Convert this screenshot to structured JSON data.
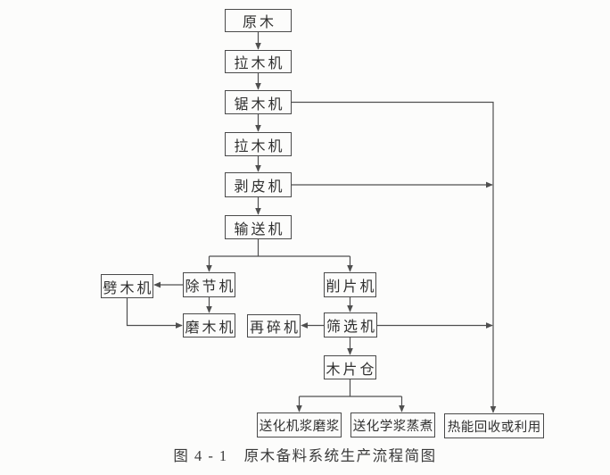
{
  "diagram": {
    "caption": "图 4 - 1　原木备料系统生产流程简图",
    "colors": {
      "background": "#fcfcfb",
      "line": "#4f4f4f",
      "box_border": "#4a4a4a",
      "text": "#2f2f2f"
    },
    "nodes": {
      "yuanmu": {
        "label": "原木"
      },
      "lamuji_1": {
        "label": "拉木机"
      },
      "jumuji": {
        "label": "锯木机"
      },
      "lamuji_2": {
        "label": "拉木机"
      },
      "bopiji": {
        "label": "剥皮机"
      },
      "shusongji": {
        "label": "输送机"
      },
      "pimuji": {
        "label": "劈木机"
      },
      "chujieji": {
        "label": "除节机"
      },
      "momuji": {
        "label": "磨木机"
      },
      "zaisuiji": {
        "label": "再碎机"
      },
      "xiaopianji": {
        "label": "削片机"
      },
      "shaixuanji": {
        "label": "筛选机"
      },
      "mupiancang": {
        "label": "木片仓"
      },
      "song_jijiang": {
        "label": "送化机浆磨浆"
      },
      "song_huajiang": {
        "label": "送化学浆蒸煮"
      },
      "reneng": {
        "label": "热能回收或利用"
      }
    },
    "edges": [
      {
        "from": "原木",
        "to": "拉木机"
      },
      {
        "from": "拉木机",
        "to": "锯木机"
      },
      {
        "from": "锯木机",
        "to": "拉木机"
      },
      {
        "from": "锯木机",
        "to": "热能回收或利用"
      },
      {
        "from": "拉木机",
        "to": "剥皮机"
      },
      {
        "from": "剥皮机",
        "to": "输送机"
      },
      {
        "from": "剥皮机",
        "to": "热能回收或利用"
      },
      {
        "from": "输送机",
        "to": "除节机"
      },
      {
        "from": "输送机",
        "to": "削片机"
      },
      {
        "from": "除节机",
        "to": "劈木机"
      },
      {
        "from": "除节机",
        "to": "磨木机"
      },
      {
        "from": "劈木机",
        "to": "磨木机"
      },
      {
        "from": "削片机",
        "to": "筛选机"
      },
      {
        "from": "筛选机",
        "to": "再碎机"
      },
      {
        "from": "筛选机",
        "to": "木片仓"
      },
      {
        "from": "筛选机",
        "to": "热能回收或利用"
      },
      {
        "from": "木片仓",
        "to": "送化机浆磨浆"
      },
      {
        "from": "木片仓",
        "to": "送化学浆蒸煮"
      }
    ]
  }
}
